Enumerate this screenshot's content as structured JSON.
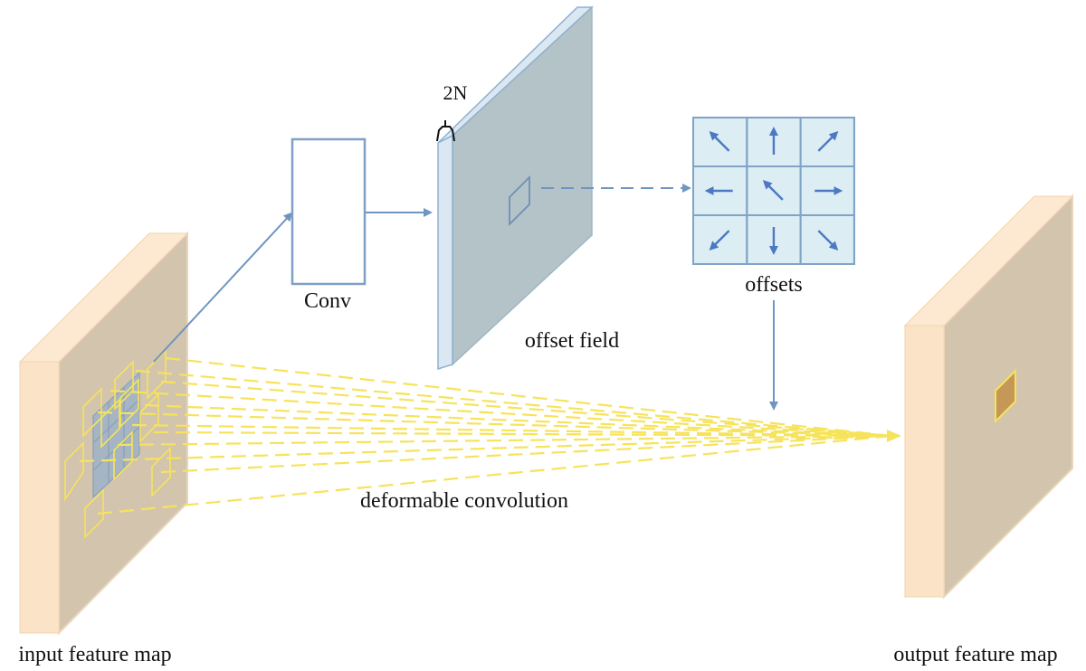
{
  "labels": {
    "conv": "Conv",
    "offset_field": "offset field",
    "two_n": "2N",
    "offsets": "offsets",
    "deformable_convolution": "deformable convolution",
    "input_feature_map": "input feature map",
    "output_feature_map": "output feature map"
  },
  "colors": {
    "feature_map_face": "#d3c4ad",
    "feature_map_edge": "#fbe3c8",
    "offset_field_face": "#b3c3c8",
    "offset_field_edge": "#dbe8f2",
    "arrow_blue": "#6f95c0",
    "grid_cell": "#dcedf3",
    "grid_border": "#7fa4c6",
    "grid_arrow": "#4c78c4",
    "sample_yellow": "#f6e35c",
    "output_cell": "#c69858"
  },
  "offset_grid_arrows": [
    {
      "row": 0,
      "col": 0,
      "direction": "up-left"
    },
    {
      "row": 0,
      "col": 1,
      "direction": "up"
    },
    {
      "row": 0,
      "col": 2,
      "direction": "up-right"
    },
    {
      "row": 1,
      "col": 0,
      "direction": "left"
    },
    {
      "row": 1,
      "col": 1,
      "direction": "up-left"
    },
    {
      "row": 1,
      "col": 2,
      "direction": "right"
    },
    {
      "row": 2,
      "col": 0,
      "direction": "down-left"
    },
    {
      "row": 2,
      "col": 1,
      "direction": "down"
    },
    {
      "row": 2,
      "col": 2,
      "direction": "down-right"
    }
  ]
}
